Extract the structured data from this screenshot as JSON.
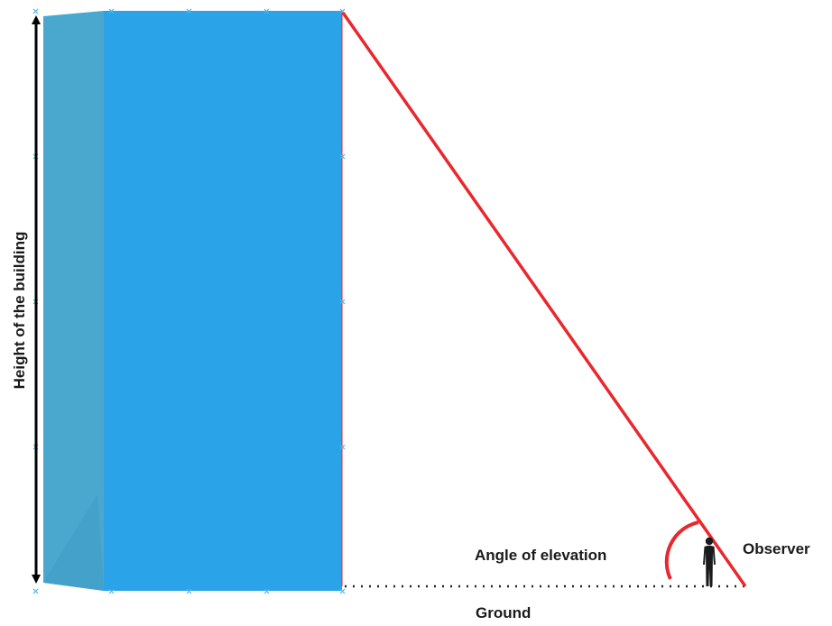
{
  "labels": {
    "height": "Height of the building",
    "angle": "Angle of elevation",
    "observer": "Observer",
    "ground": "Ground"
  },
  "colors": {
    "building_front": "#2ba3e8",
    "building_side": "#4aa8cf",
    "sight_line": "#e8282e",
    "guide_marks": "#4fb3e8",
    "text": "#1a1a1a"
  },
  "icons": {
    "observer": "person-silhouette-icon"
  }
}
